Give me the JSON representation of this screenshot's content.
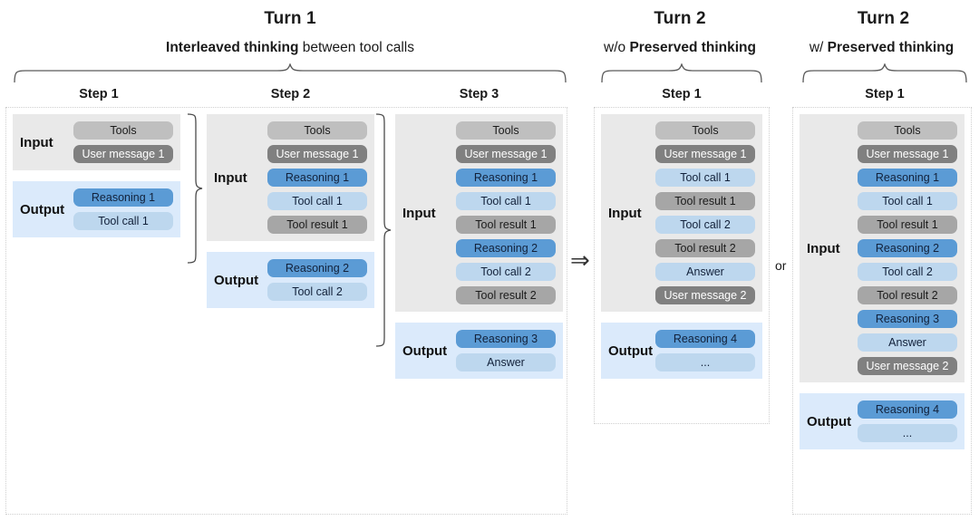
{
  "figure": {
    "columns": [
      {
        "id": "turn1",
        "title": "Turn 1",
        "subtitle_bold": "Interleaved thinking",
        "subtitle_rest": " between tool calls",
        "steps": [
          {
            "label": "Step 1",
            "input": [
              {
                "text": "Tools",
                "kind": "tools"
              },
              {
                "text": "User message 1",
                "kind": "user"
              }
            ],
            "output": [
              {
                "text": "Reasoning 1",
                "kind": "reasoning"
              },
              {
                "text": "Tool call 1",
                "kind": "toolcall"
              }
            ]
          },
          {
            "label": "Step 2",
            "input": [
              {
                "text": "Tools",
                "kind": "tools"
              },
              {
                "text": "User message 1",
                "kind": "user"
              },
              {
                "text": "Reasoning 1",
                "kind": "reasoning"
              },
              {
                "text": "Tool call 1",
                "kind": "toolcall"
              },
              {
                "text": "Tool result 1",
                "kind": "result"
              }
            ],
            "output": [
              {
                "text": "Reasoning 2",
                "kind": "reasoning"
              },
              {
                "text": "Tool call 2",
                "kind": "toolcall"
              }
            ]
          },
          {
            "label": "Step 3",
            "input": [
              {
                "text": "Tools",
                "kind": "tools"
              },
              {
                "text": "User message 1",
                "kind": "user"
              },
              {
                "text": "Reasoning 1",
                "kind": "reasoning"
              },
              {
                "text": "Tool call 1",
                "kind": "toolcall"
              },
              {
                "text": "Tool result 1",
                "kind": "result"
              },
              {
                "text": "Reasoning 2",
                "kind": "reasoning"
              },
              {
                "text": "Tool call 2",
                "kind": "toolcall"
              },
              {
                "text": "Tool result 2",
                "kind": "result"
              }
            ],
            "output": [
              {
                "text": "Reasoning 3",
                "kind": "reasoning"
              },
              {
                "text": "Answer",
                "kind": "answer"
              }
            ]
          }
        ]
      },
      {
        "id": "turn2-without",
        "title": "Turn 2",
        "subtitle_bold": "Preserved thinking",
        "subtitle_rest": "",
        "subtitle_prefix": "w/o ",
        "steps": [
          {
            "label": "Step 1",
            "input": [
              {
                "text": "Tools",
                "kind": "tools"
              },
              {
                "text": "User message 1",
                "kind": "user"
              },
              {
                "text": "Tool call 1",
                "kind": "toolcall"
              },
              {
                "text": "Tool result 1",
                "kind": "result"
              },
              {
                "text": "Tool call 2",
                "kind": "toolcall"
              },
              {
                "text": "Tool result 2",
                "kind": "result"
              },
              {
                "text": "Answer",
                "kind": "answer"
              },
              {
                "text": "User message 2",
                "kind": "user"
              }
            ],
            "output": [
              {
                "text": "Reasoning 4",
                "kind": "reasoning"
              },
              {
                "text": "...",
                "kind": "ellipsis"
              }
            ]
          }
        ]
      },
      {
        "id": "turn2-with",
        "title": "Turn 2",
        "subtitle_bold": "Preserved thinking",
        "subtitle_rest": "",
        "subtitle_prefix": "w/ ",
        "steps": [
          {
            "label": "Step 1",
            "input": [
              {
                "text": "Tools",
                "kind": "tools"
              },
              {
                "text": "User message 1",
                "kind": "user"
              },
              {
                "text": "Reasoning 1",
                "kind": "reasoning"
              },
              {
                "text": "Tool call 1",
                "kind": "toolcall"
              },
              {
                "text": "Tool result 1",
                "kind": "result"
              },
              {
                "text": "Reasoning 2",
                "kind": "reasoning"
              },
              {
                "text": "Tool call 2",
                "kind": "toolcall"
              },
              {
                "text": "Tool result 2",
                "kind": "result"
              },
              {
                "text": "Reasoning 3",
                "kind": "reasoning"
              },
              {
                "text": "Answer",
                "kind": "answer"
              },
              {
                "text": "User message 2",
                "kind": "user"
              }
            ],
            "output": [
              {
                "text": "Reasoning 4",
                "kind": "reasoning"
              },
              {
                "text": "...",
                "kind": "ellipsis"
              }
            ]
          }
        ]
      }
    ],
    "band_labels": {
      "input": "Input",
      "output": "Output"
    },
    "connectors": {
      "arrow": "⇒",
      "or": "or"
    },
    "colors": {
      "tools": "#bfbfbf",
      "user_message": "#808080",
      "tool_result": "#a6a6a6",
      "reasoning": "#5b9bd5",
      "tool_call": "#bdd7ee",
      "input_band": "#e9e9e9",
      "output_band": "#dbeafb",
      "panel_border": "#cfcfcf"
    }
  }
}
